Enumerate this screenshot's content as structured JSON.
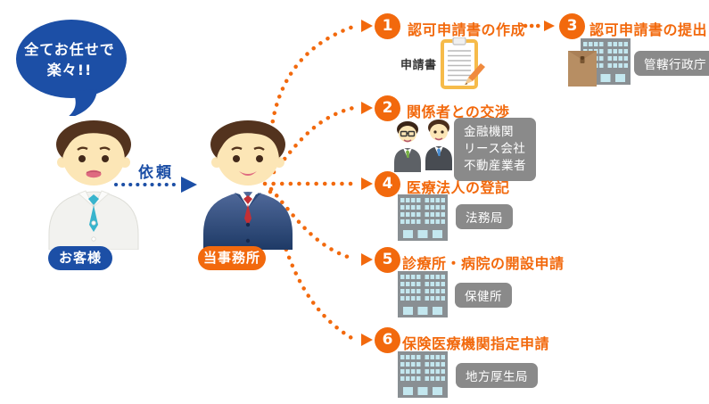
{
  "bubble": {
    "line1": "全てお任せで",
    "line2": "楽々!!"
  },
  "customer": {
    "label": "お客様"
  },
  "office": {
    "label": "当事務所"
  },
  "request": {
    "label": "依頼"
  },
  "steps": [
    {
      "num": "1",
      "label": "認可申請書の作成",
      "doc_label": "申請書"
    },
    {
      "num": "2",
      "label": "関係者との交渉",
      "partners": [
        "金融機関",
        "リース会社",
        "不動産業者"
      ]
    },
    {
      "num": "3",
      "label": "認可申請書の提出",
      "office_label": "管轄行政庁"
    },
    {
      "num": "4",
      "label": "医療法人の登記",
      "office_label": "法務局"
    },
    {
      "num": "5",
      "label": "診療所・病院の開設申請",
      "office_label": "保健所"
    },
    {
      "num": "6",
      "label": "保険医療機関指定申請",
      "office_label": "地方厚生局"
    }
  ],
  "colors": {
    "accent_orange": "#f2690d",
    "accent_blue": "#1c4fa6",
    "badge_gray": "#8a8a8a",
    "building_gray": "#898f93",
    "window_blue": "#c3e7ef"
  }
}
